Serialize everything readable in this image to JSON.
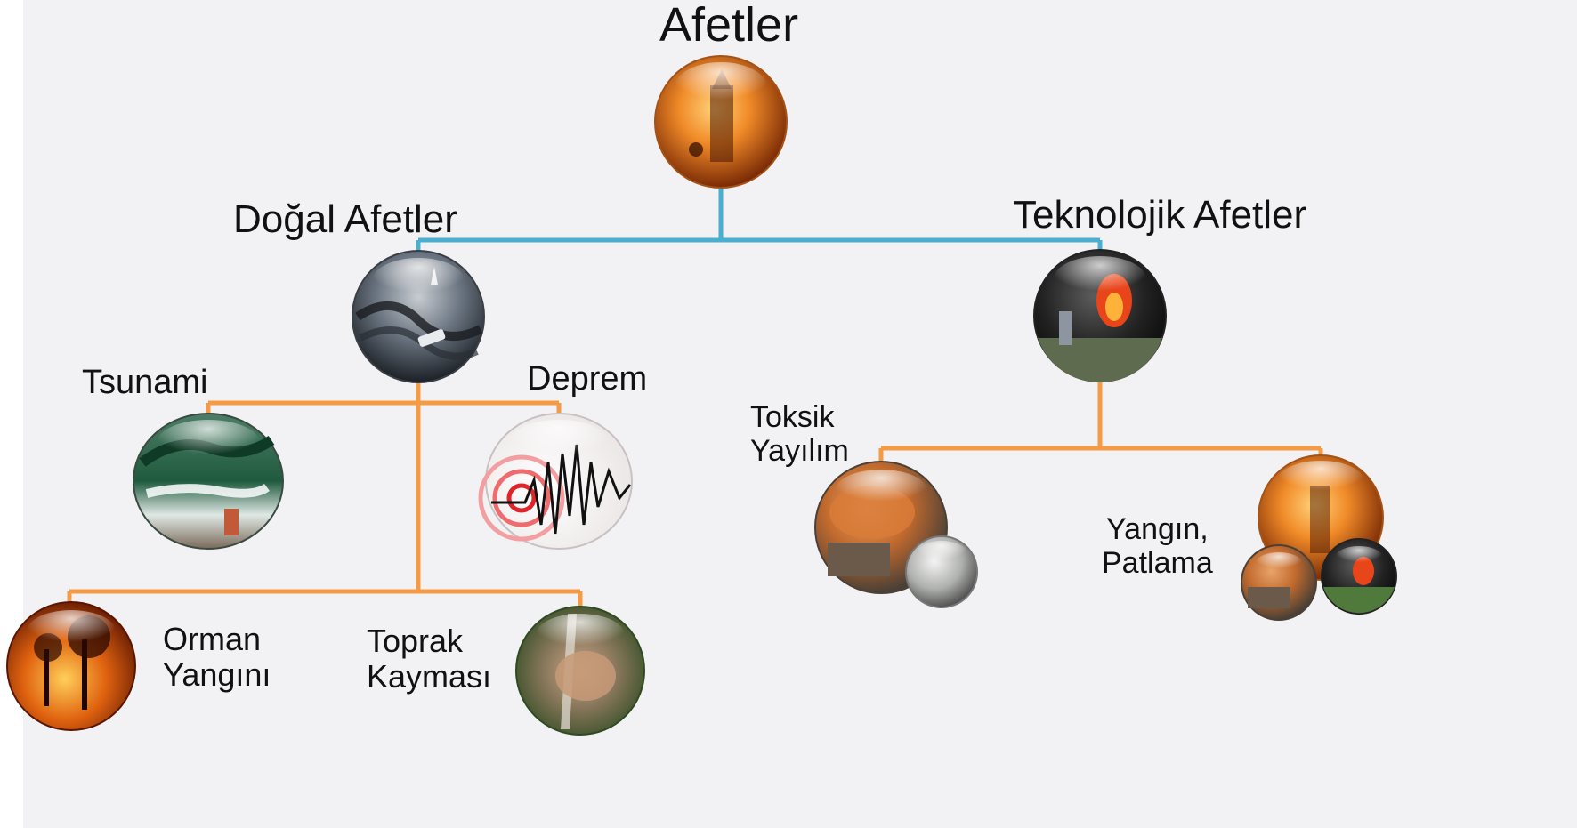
{
  "diagram": {
    "root": {
      "label": "Afetler"
    },
    "categories": [
      {
        "label": "Doğal Afetler",
        "children": [
          {
            "label": "Tsunami"
          },
          {
            "label": "Deprem"
          },
          {
            "label_line1": "Orman",
            "label_line2": "Yangını"
          },
          {
            "label_line1": "Toprak",
            "label_line2": "Kayması"
          }
        ]
      },
      {
        "label": "Teknolojik Afetler",
        "children": [
          {
            "label_line1": "Toksik",
            "label_line2": "Yayılım"
          },
          {
            "label_line1": "Yangın,",
            "label_line2": "Patlama"
          }
        ]
      }
    ],
    "colors": {
      "root_connector": "#4aaed0",
      "branch_connector": "#f59a45",
      "background": "#f2f1f4"
    },
    "icons": {
      "root": "fire-photo-icon",
      "natural": "tsunami-flood-photo-icon",
      "technological": "industrial-fire-photo-icon",
      "tsunami": "tsunami-wave-photo-icon",
      "deprem": "seismograph-icon",
      "orman": "forest-fire-photo-icon",
      "toprak": "landslide-photo-icon",
      "toksik": "toxic-cloud-photo-icon",
      "yangin": "fire-explosion-photo-icon"
    }
  }
}
